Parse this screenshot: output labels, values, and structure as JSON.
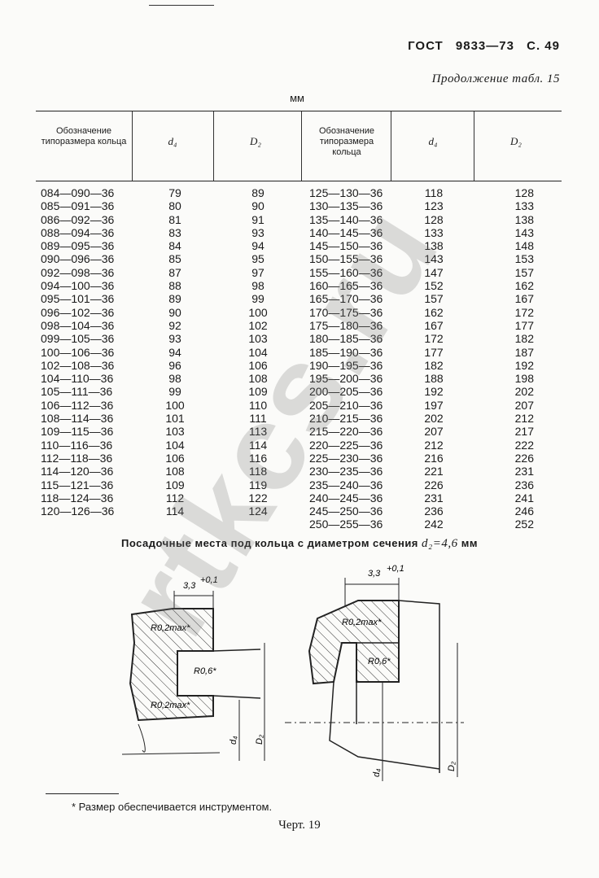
{
  "header": {
    "standard": "ГОСТ",
    "number": "9833—73",
    "page": "С. 49"
  },
  "continuation": "Продолжение табл. 15",
  "units": "мм",
  "table": {
    "headers": [
      "Обозначение типоразмера кольца",
      "d₄",
      "D₂",
      "Обозначение типоразмера кольца",
      "d₄",
      "D₂"
    ],
    "rows": [
      [
        "084—090—36",
        "79",
        "89",
        "125—130—36",
        "118",
        "128"
      ],
      [
        "085—091—36",
        "80",
        "90",
        "130—135—36",
        "123",
        "133"
      ],
      [
        "086—092—36",
        "81",
        "91",
        "135—140—36",
        "128",
        "138"
      ],
      [
        "088—094—36",
        "83",
        "93",
        "140—145—36",
        "133",
        "143"
      ],
      [
        "089—095—36",
        "84",
        "94",
        "145—150—36",
        "138",
        "148"
      ],
      [
        "090—096—36",
        "85",
        "95",
        "150—155—36",
        "143",
        "153"
      ],
      [
        "092—098—36",
        "87",
        "97",
        "155—160—36",
        "147",
        "157"
      ],
      [
        "094—100—36",
        "88",
        "98",
        "160—165—36",
        "152",
        "162"
      ],
      [
        "095—101—36",
        "89",
        "99",
        "165—170—36",
        "157",
        "167"
      ],
      [
        "096—102—36",
        "90",
        "100",
        "170—175—36",
        "162",
        "172"
      ],
      [
        "098—104—36",
        "92",
        "102",
        "175—180—36",
        "167",
        "177"
      ],
      [
        "099—105—36",
        "93",
        "103",
        "180—185—36",
        "172",
        "182"
      ],
      [
        "100—106—36",
        "94",
        "104",
        "185—190—36",
        "177",
        "187"
      ],
      [
        "102—108—36",
        "96",
        "106",
        "190—195—36",
        "182",
        "192"
      ],
      [
        "104—110—36",
        "98",
        "108",
        "195—200—36",
        "188",
        "198"
      ],
      [
        "105—111—36",
        "99",
        "109",
        "200—205—36",
        "192",
        "202"
      ],
      [
        "106—112—36",
        "100",
        "110",
        "205—210—36",
        "197",
        "207"
      ],
      [
        "108—114—36",
        "101",
        "111",
        "210—215—36",
        "202",
        "212"
      ],
      [
        "109—115—36",
        "103",
        "113",
        "215—220—36",
        "207",
        "217"
      ],
      [
        "110—116—36",
        "104",
        "114",
        "220—225—36",
        "212",
        "222"
      ],
      [
        "112—118—36",
        "106",
        "116",
        "225—230—36",
        "216",
        "226"
      ],
      [
        "114—120—36",
        "108",
        "118",
        "230—235—36",
        "221",
        "231"
      ],
      [
        "115—121—36",
        "109",
        "119",
        "235—240—36",
        "226",
        "236"
      ],
      [
        "118—124—36",
        "112",
        "122",
        "240—245—36",
        "231",
        "241"
      ],
      [
        "120—126—36",
        "114",
        "124",
        "245—250—36",
        "236",
        "246"
      ],
      [
        "",
        "",
        "",
        "250—255—36",
        "242",
        "252"
      ]
    ]
  },
  "section_title": "Посадочные места под кольца с диаметром сечения",
  "section_param": "d₂=4,6",
  "section_unit": "мм",
  "drawing": {
    "dim_width": "3,3",
    "dim_tol": "+0,1",
    "radius_max": "R0,2max*",
    "radius": "R0,6*",
    "label_d4": "d₄",
    "label_D2": "D₂"
  },
  "footnote": "* Размер обеспечивается инструментом.",
  "figure": "Черт. 19",
  "watermark": "rtkcs.ru"
}
